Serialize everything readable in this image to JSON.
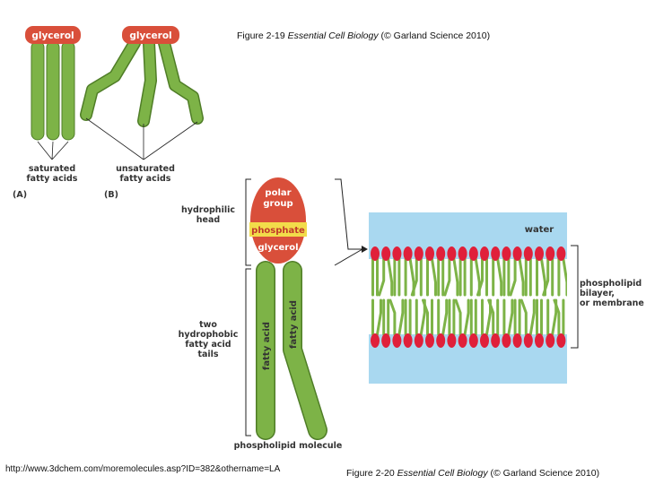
{
  "captions": {
    "fig219_prefix": "Figure 2-19 ",
    "fig219_book": "Essential Cell Biology",
    "fig219_suffix": " (© Garland Science 2010)",
    "fig220_prefix": "Figure 2-20 ",
    "fig220_book": "Essential Cell Biology",
    "fig220_suffix": " (© Garland Science 2010)",
    "source_url": "http://www.3dchem.com/moremolecules.asp?ID=382&othername=LA"
  },
  "fatty_acids": {
    "head_a": "glycerol",
    "head_b": "glycerol",
    "saturated_line1": "saturated",
    "saturated_line2": "fatty acids",
    "unsaturated_line1": "unsaturated",
    "unsaturated_line2": "fatty acids",
    "panel_a": "(A)",
    "panel_b": "(B)"
  },
  "phospholipid": {
    "hydrophilic_line1": "hydrophilic",
    "hydrophilic_line2": "head",
    "polar_line1": "polar",
    "polar_line2": "group",
    "phosphate": "phosphate",
    "glycerol": "glycerol",
    "fatty_acid_1": "fatty acid",
    "fatty_acid_2": "fatty acid",
    "hydrophobic_line1": "two",
    "hydrophobic_line2": "hydrophobic",
    "hydrophobic_line3": "fatty acid",
    "hydrophobic_line4": "tails",
    "molecule_label": "phospholipid molecule"
  },
  "bilayer": {
    "water": "water",
    "label_line1": "phospholipid",
    "label_line2": "bilayer,",
    "label_line3": "or membrane"
  },
  "colors": {
    "glycerol_red": "#d94f3a",
    "tail_green": "#7db347",
    "tail_dark": "#4f7d27",
    "phosphate_yellow": "#f2dc4a",
    "water_blue": "#a9d8f0",
    "head_red": "#e0203a"
  }
}
